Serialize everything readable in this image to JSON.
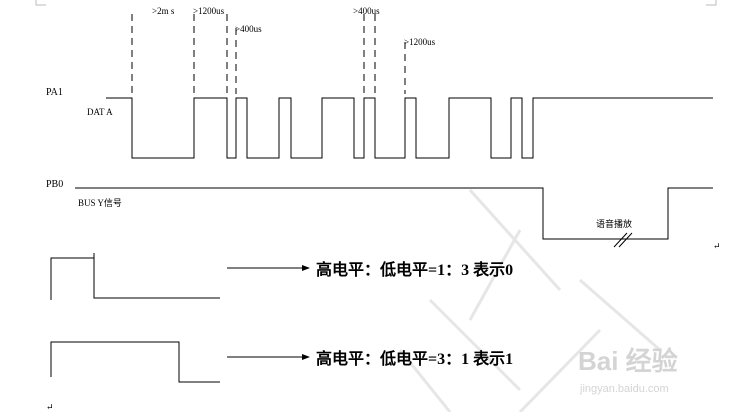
{
  "timing": {
    "pa1_label": "PA1",
    "data_label": "DAT A",
    "pb0_label": "PB0",
    "busy_label": "BUS Y信号",
    "annotations": {
      "t_2ms": ">2m s",
      "t_1200us_a": ">1200us",
      "t_400us_a": ">400us",
      "t_400us_b": ">400us",
      "t_1200us_b": ">1200us"
    },
    "playback_label": "语音播放"
  },
  "legend": {
    "zero_text": "高电平：低电平=1：3   表示0",
    "one_text": "高电平：低电平=3：1   表示1"
  },
  "marks": {
    "return_mark": "↵"
  },
  "watermark": {
    "brand": "Bai 经验",
    "url": "jingyan.baidu.com"
  }
}
